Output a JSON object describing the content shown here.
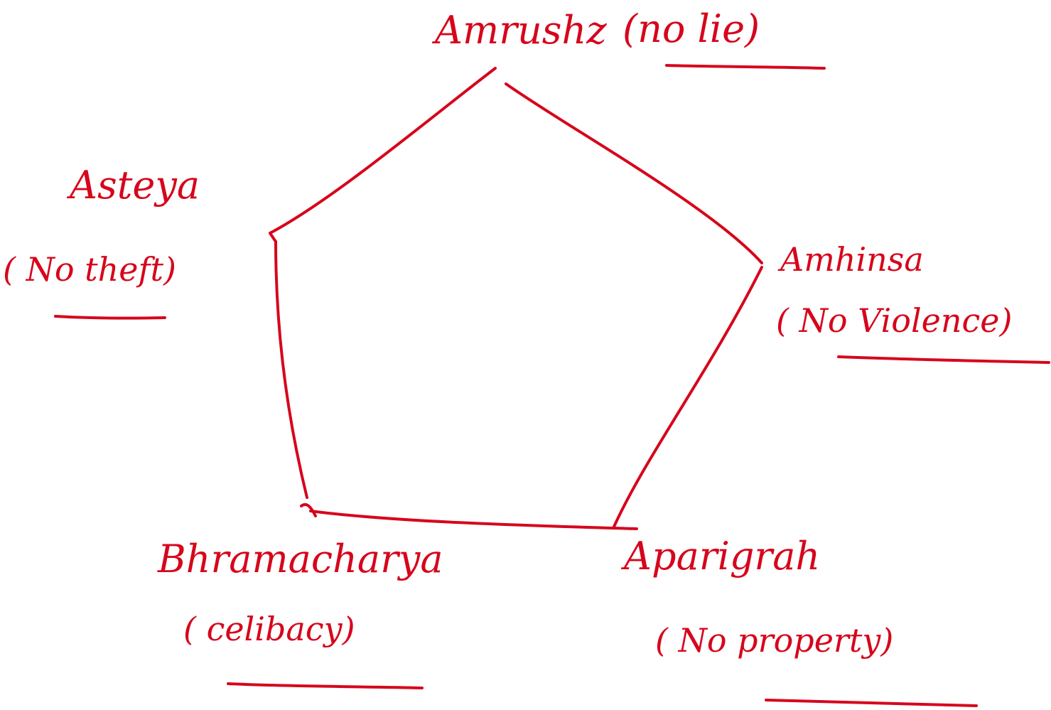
{
  "ink_color": "#d6061c",
  "diagram": {
    "shape": "pentagon",
    "vertices": [
      {
        "id": "top",
        "name": "Amrushz",
        "meaning": "(no lie)"
      },
      {
        "id": "right",
        "name": "Amhinsa",
        "meaning": "( No Violence)"
      },
      {
        "id": "bottom-right",
        "name": "Aparigrah",
        "meaning": "( No property)"
      },
      {
        "id": "bottom-left",
        "name": "Bhramacharya",
        "meaning": "( celibacy)"
      },
      {
        "id": "left",
        "name": "Asteya",
        "meaning": "( No theft)"
      }
    ]
  }
}
